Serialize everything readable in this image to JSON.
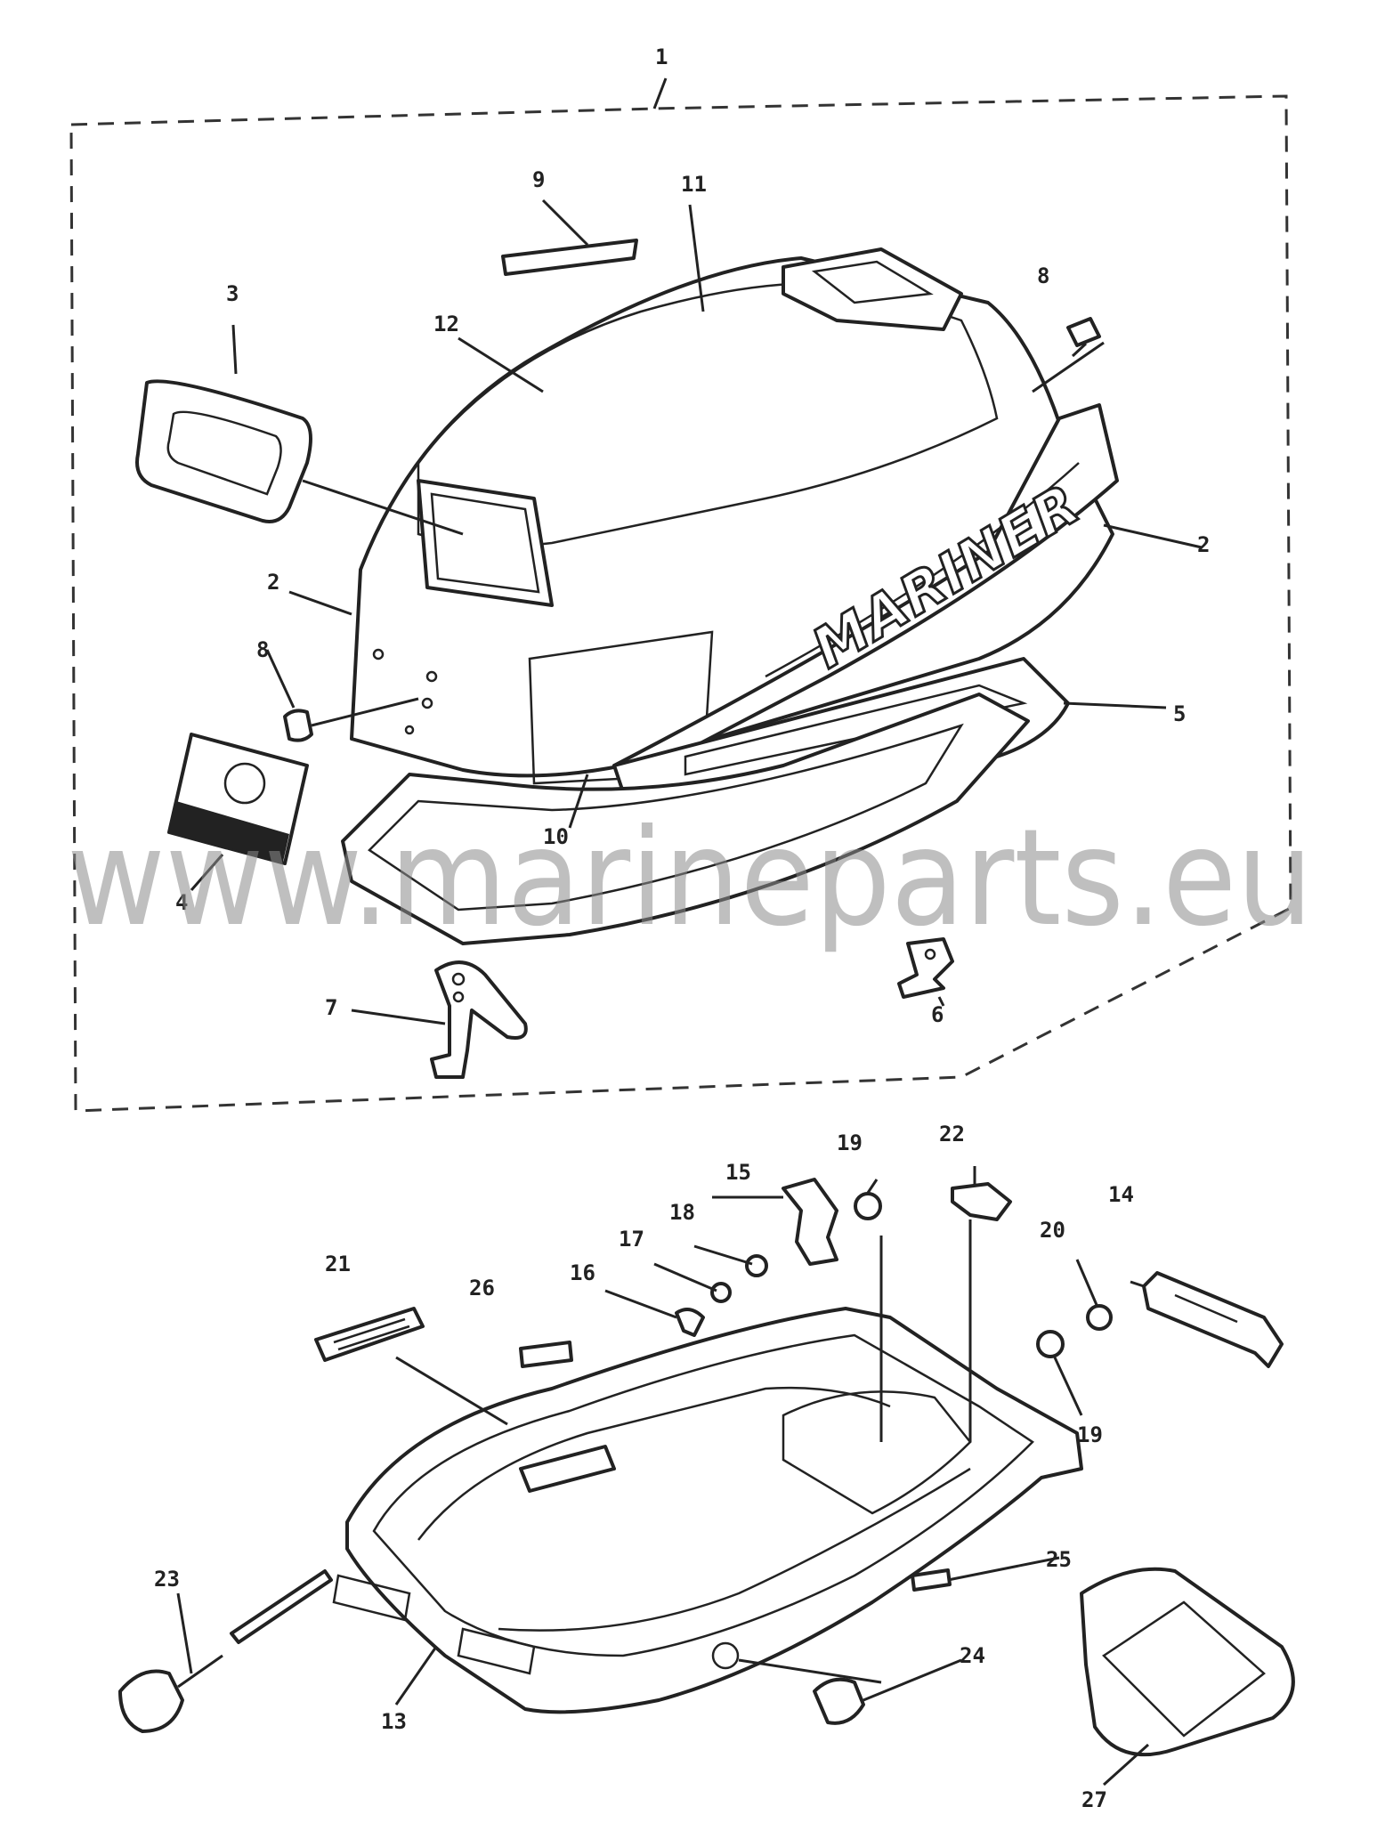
{
  "brand_text": "MARINER",
  "watermark": "www.marineparts.eu",
  "callouts": {
    "c1": "1",
    "c2a": "2",
    "c2b": "2",
    "c3": "3",
    "c4": "4",
    "c5": "5",
    "c6": "6",
    "c7": "7",
    "c8": "8",
    "c8b": "8",
    "c9": "9",
    "c10": "10",
    "c11": "11",
    "c12": "12",
    "c13": "13",
    "c14": "14",
    "c15": "15",
    "c16": "16",
    "c17": "17",
    "c18": "18",
    "c19a": "19",
    "c19b": "19",
    "c20": "20",
    "c21": "21",
    "c22": "22",
    "c23": "23",
    "c24": "24",
    "c25": "25",
    "c26": "26",
    "c27": "27"
  }
}
